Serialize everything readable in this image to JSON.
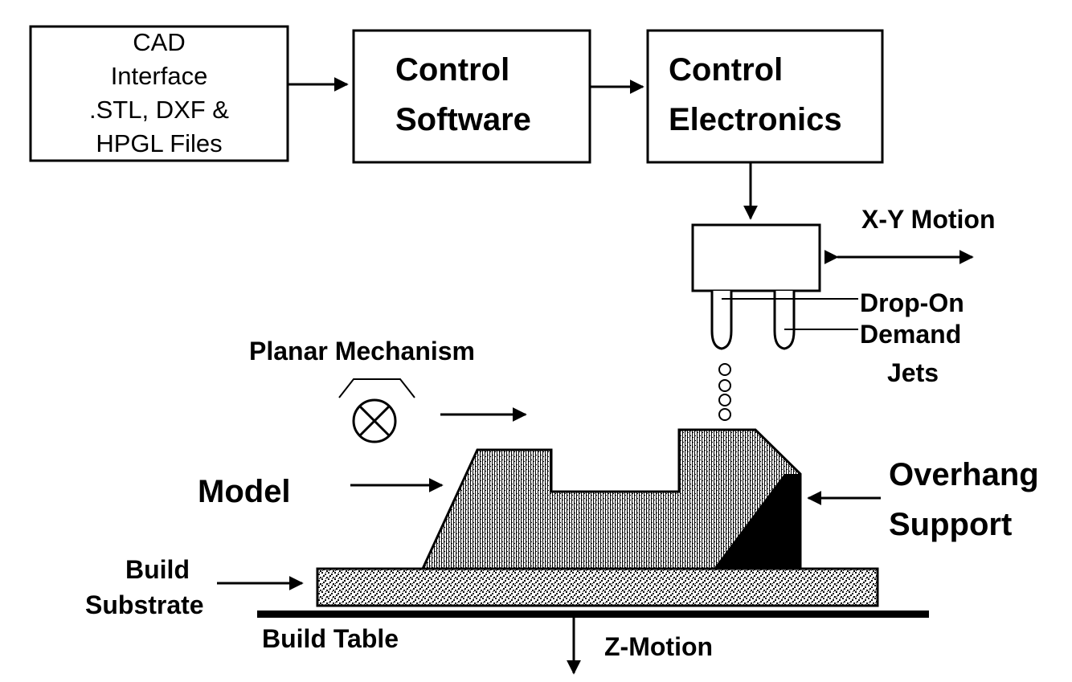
{
  "boxes": {
    "cad_interface": [
      "CAD",
      "Interface",
      ".STL, DXF &",
      "HPGL Files"
    ],
    "control_software": [
      "Control",
      "Software"
    ],
    "control_electronics": [
      "Control",
      "Electronics"
    ]
  },
  "labels": {
    "xy_motion": "X-Y Motion",
    "drop_on_demand": [
      "Drop-On",
      "Demand",
      "Jets"
    ],
    "planar_mechanism": "Planar Mechanism",
    "model": "Model",
    "overhang_support": [
      "Overhang",
      "Support"
    ],
    "build_substrate": [
      "Build",
      "Substrate"
    ],
    "build_table": "Build Table",
    "z_motion": "Z-Motion"
  }
}
